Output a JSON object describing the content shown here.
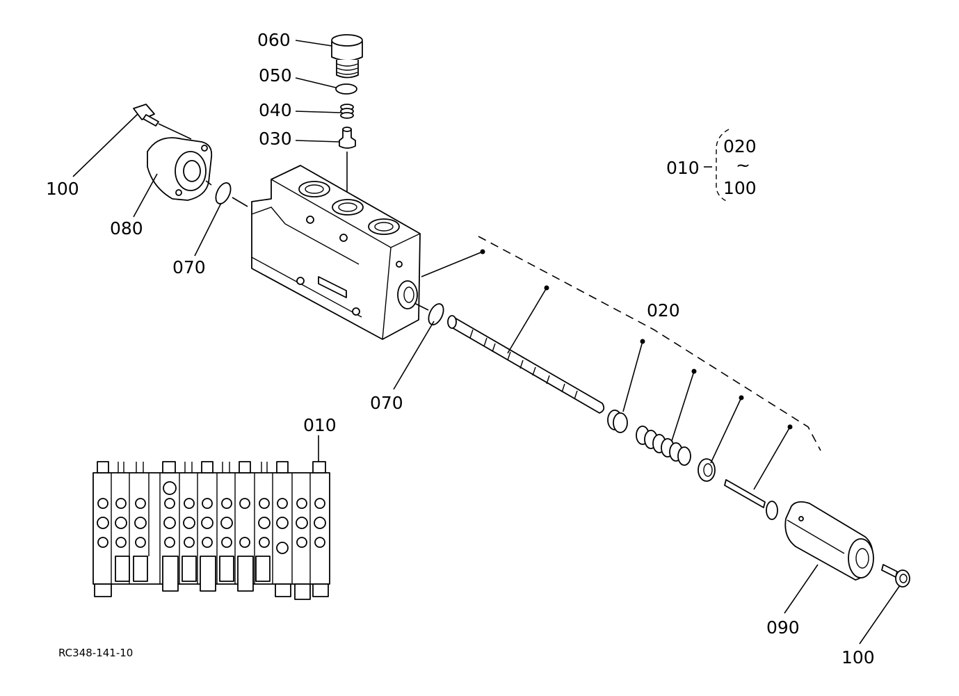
{
  "diagram": {
    "drawing_code": "RC348-141-10",
    "callouts": {
      "p060": "060",
      "p050": "050",
      "p040": "040",
      "p030": "030",
      "p100_top": "100",
      "p080": "080",
      "p070_left": "070",
      "p070_mid": "070",
      "p020": "020",
      "p010_bottom": "010",
      "p090": "090",
      "p100_bottom": "100"
    },
    "range_legend": {
      "assembly": "010",
      "from": "020",
      "tilde": "~",
      "to": "100"
    }
  }
}
